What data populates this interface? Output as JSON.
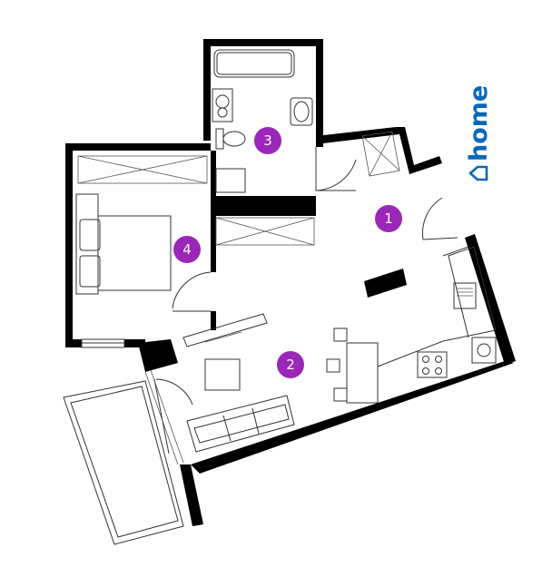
{
  "brand": {
    "name": "home",
    "color": "#0b68b8",
    "icon": "house-icon"
  },
  "badge_color": "#9a27b8",
  "rooms": [
    {
      "number": "1"
    },
    {
      "number": "2"
    },
    {
      "number": "3"
    },
    {
      "number": "4"
    }
  ]
}
